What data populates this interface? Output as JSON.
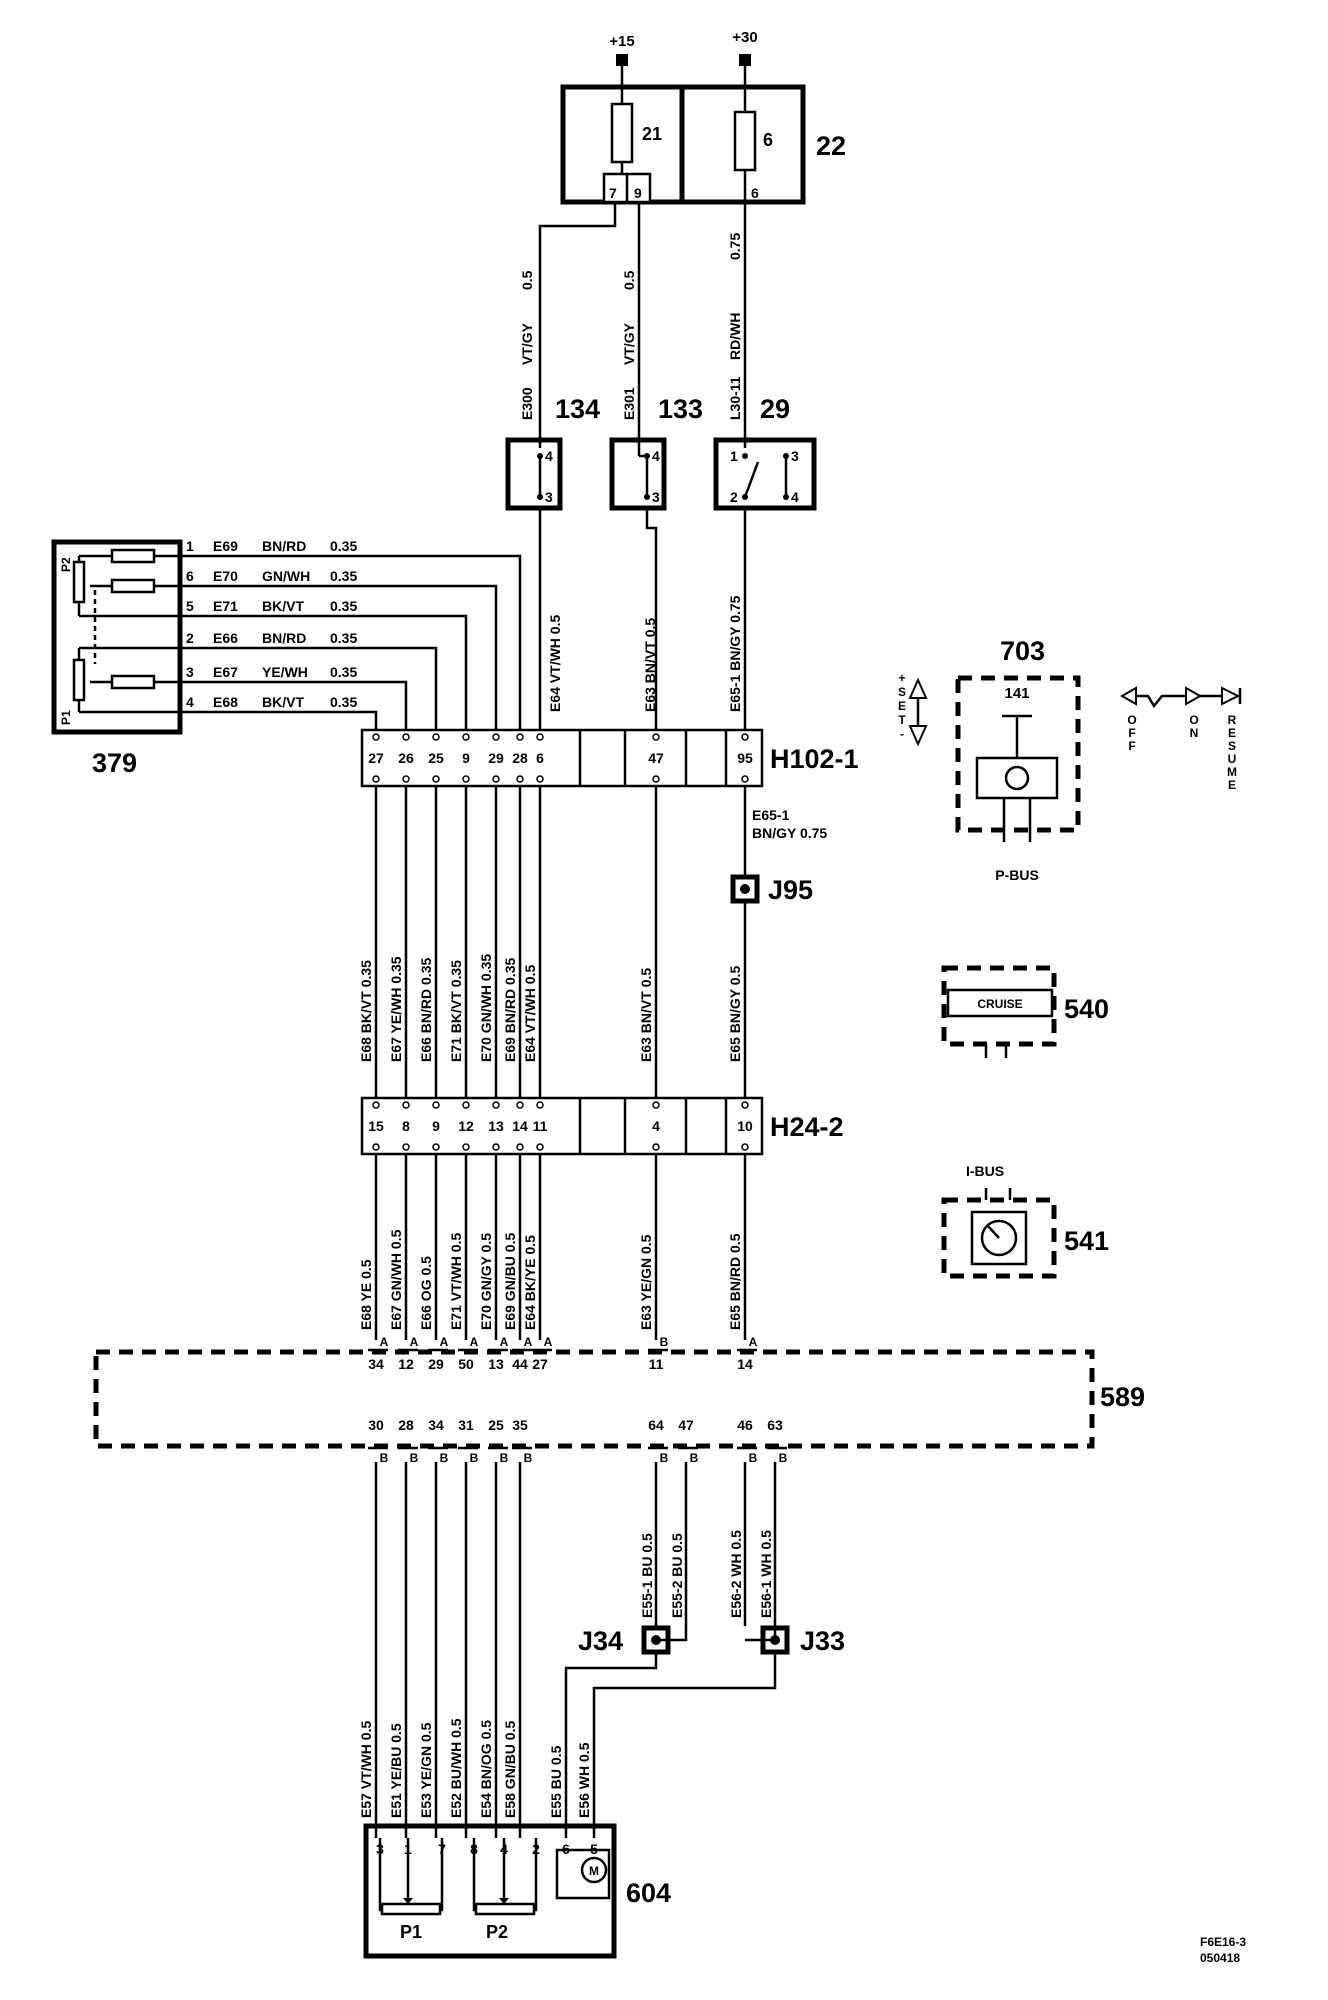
{
  "supplies": [
    "+15",
    "+30"
  ],
  "fusebox": {
    "id": "22",
    "fuses": [
      {
        "num": "21",
        "pins": [
          "7",
          "9"
        ]
      },
      {
        "num": "6",
        "pins": [
          "6"
        ]
      }
    ]
  },
  "upper_wires": [
    {
      "code": "E300",
      "color": "VT/GY",
      "size": "0.5"
    },
    {
      "code": "E301",
      "color": "VT/GY",
      "size": "0.5"
    },
    {
      "code": "L30-11",
      "color": "RD/WH",
      "size": "0.75"
    }
  ],
  "switches": [
    {
      "id": "134",
      "pins": [
        "4",
        "3"
      ]
    },
    {
      "id": "133",
      "pins": [
        "4",
        "3"
      ]
    },
    {
      "id": "29",
      "pins": [
        "1",
        "3",
        "2",
        "4"
      ]
    }
  ],
  "component_379": {
    "id": "379",
    "labels": [
      "P2",
      "P1"
    ],
    "wires": [
      {
        "pin": "1",
        "code": "E69",
        "color": "BN/RD",
        "size": "0.35"
      },
      {
        "pin": "6",
        "code": "E70",
        "color": "GN/WH",
        "size": "0.35"
      },
      {
        "pin": "5",
        "code": "E71",
        "color": "BK/VT",
        "size": "0.35"
      },
      {
        "pin": "2",
        "code": "E66",
        "color": "BN/RD",
        "size": "0.35"
      },
      {
        "pin": "3",
        "code": "E67",
        "color": "YE/WH",
        "size": "0.35"
      },
      {
        "pin": "4",
        "code": "E68",
        "color": "BK/VT",
        "size": "0.35"
      }
    ]
  },
  "vertical_labels": {
    "e64_top": "E64  VT/WH  0.5",
    "e63_top": "E63  BN/VT  0.5",
    "e65_top": "E65-1  BN/GY  0.75"
  },
  "connector_h102": {
    "id": "H102-1",
    "pins": [
      "27",
      "26",
      "25",
      "9",
      "29",
      "28",
      "6",
      "47",
      "95"
    ]
  },
  "e65_1_label": [
    "E65-1",
    "BN/GY  0.75"
  ],
  "splice_j95": "J95",
  "middle_wires": [
    "E68  BK/VT  0.35",
    "E67  YE/WH  0.35",
    "E66  BN/RD  0.35",
    "E71  BK/VT  0.35",
    "E70  GN/WH  0.35",
    "E69  BN/RD  0.35",
    "E64  VT/WH  0.5",
    "E63  BN/VT  0.5",
    "E65  BN/GY  0.5"
  ],
  "connector_h24": {
    "id": "H24-2",
    "pins": [
      "15",
      "8",
      "9",
      "12",
      "13",
      "14",
      "11",
      "4",
      "10"
    ]
  },
  "lower_wires": [
    "E68  YE  0.5",
    "E67  GN/WH  0.5",
    "E66  OG  0.5",
    "E71  VT/WH  0.5",
    "E70  GN/GY  0.5",
    "E69  GN/BU  0.5",
    "E64  BK/YE  0.5",
    "E63  YE/GN  0.5",
    "E65  BN/RD  0.5"
  ],
  "module_589": {
    "id": "589",
    "top_pins": [
      "34",
      "12",
      "29",
      "50",
      "13",
      "44",
      "27",
      "11",
      "14"
    ],
    "top_conn": [
      "A",
      "A",
      "A",
      "A",
      "A",
      "A",
      "A",
      "B",
      "A"
    ],
    "bottom_pins": [
      "30",
      "28",
      "34",
      "31",
      "25",
      "35",
      "64",
      "47",
      "46",
      "63"
    ],
    "bottom_conn": "B"
  },
  "bus_wires": [
    "E55-1  BU  0.5",
    "E55-2  BU  0.5",
    "E56-2  WH  0.5",
    "E56-1  WH  0.5"
  ],
  "splices": [
    "J34",
    "J33"
  ],
  "actuator_wires": [
    "E57  VT/WH  0.5",
    "E51  YE/BU  0.5",
    "E53  YE/GN  0.5",
    "E52  BU/WH  0.5",
    "E54  BN/OG  0.5",
    "E58  GN/BU  0.5",
    "E55  BU  0.5",
    "E56  WH  0.5"
  ],
  "component_604": {
    "id": "604",
    "pins": [
      "3",
      "1",
      "7",
      "8",
      "4",
      "2",
      "6",
      "5"
    ],
    "labels": [
      "P1",
      "P2",
      "M"
    ]
  },
  "switch_703": {
    "id": "703",
    "inner": "141",
    "bus": "P-BUS"
  },
  "set_label": [
    "+",
    "S",
    "E",
    "T",
    "-"
  ],
  "lever_labels": [
    "OFF",
    "ON",
    "RESUME"
  ],
  "cruise_540": {
    "id": "540",
    "text": "CRUISE"
  },
  "gauge_541": {
    "id": "541",
    "bus": "I-BUS"
  },
  "footer": [
    "F6E16-3",
    "050418"
  ]
}
